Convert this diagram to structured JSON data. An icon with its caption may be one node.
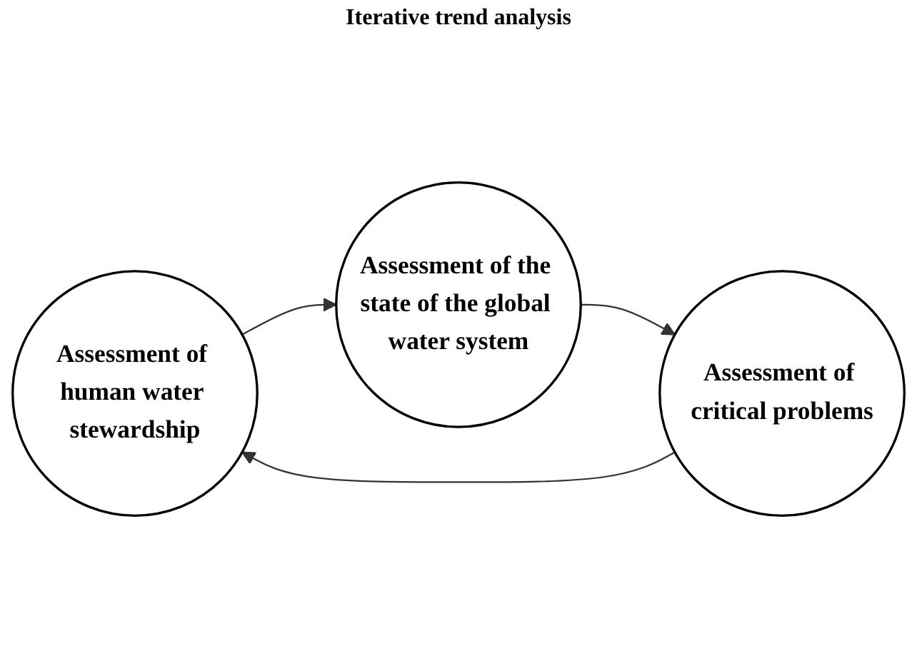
{
  "diagram": {
    "nodes": [
      {
        "text": [
          "Assessment of human water stewardship"
        ]
      },
      {
        "text": [
          "Assessment of the state of the global water system"
        ]
      },
      {
        "text": [
          "Assessment of critical problems"
        ]
      }
    ],
    "edges": [
      {
        "from": 0,
        "to": 1,
        "arrow": "to"
      },
      {
        "from": 1,
        "to": 2,
        "arrow": "to"
      },
      {
        "from": 2,
        "to": 0,
        "arrow": "to"
      }
    ],
    "labels": [
      "Iterative trend analysis"
    ]
  }
}
